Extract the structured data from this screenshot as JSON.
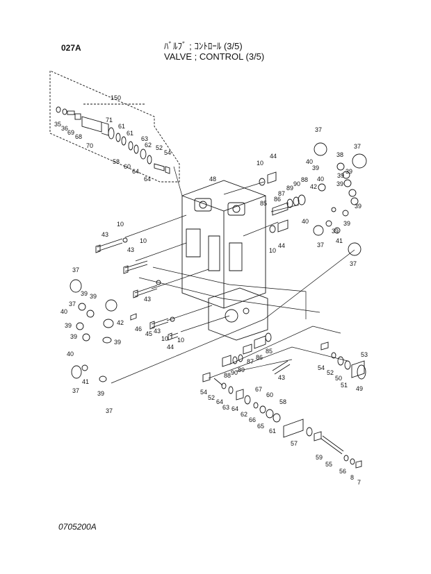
{
  "header": {
    "page_code": "027A",
    "title_ja": "ﾊﾞﾙﾌﾞ ; ｺﾝﾄﾛｰﾙ (3/5)",
    "title_en": "VALVE ; CONTROL (3/5)"
  },
  "footer": {
    "drawing_number": "0705200A"
  },
  "parts": [
    {
      "label": "150"
    },
    {
      "label": "35"
    },
    {
      "label": "36"
    },
    {
      "label": "69"
    },
    {
      "label": "68"
    },
    {
      "label": "70"
    },
    {
      "label": "71"
    },
    {
      "label": "58"
    },
    {
      "label": "61"
    },
    {
      "label": "61"
    },
    {
      "label": "60"
    },
    {
      "label": "64"
    },
    {
      "label": "63"
    },
    {
      "label": "62"
    },
    {
      "label": "64"
    },
    {
      "label": "52"
    },
    {
      "label": "54"
    },
    {
      "label": "48"
    },
    {
      "label": "10"
    },
    {
      "label": "44"
    },
    {
      "label": "37"
    },
    {
      "label": "40"
    },
    {
      "label": "39"
    },
    {
      "label": "38"
    },
    {
      "label": "37"
    },
    {
      "label": "39"
    },
    {
      "label": "39"
    },
    {
      "label": "40"
    },
    {
      "label": "42"
    },
    {
      "label": "39"
    },
    {
      "label": "87"
    },
    {
      "label": "89"
    },
    {
      "label": "90"
    },
    {
      "label": "88"
    },
    {
      "label": "86"
    },
    {
      "label": "85"
    },
    {
      "label": "39"
    },
    {
      "label": "39"
    },
    {
      "label": "40"
    },
    {
      "label": "39"
    },
    {
      "label": "37"
    },
    {
      "label": "41"
    },
    {
      "label": "10"
    },
    {
      "label": "44"
    },
    {
      "label": "37"
    },
    {
      "label": "43"
    },
    {
      "label": "10"
    },
    {
      "label": "43"
    },
    {
      "label": "10"
    },
    {
      "label": "37"
    },
    {
      "label": "39"
    },
    {
      "label": "39"
    },
    {
      "label": "40"
    },
    {
      "label": "37"
    },
    {
      "label": "43"
    },
    {
      "label": "45"
    },
    {
      "label": "46"
    },
    {
      "label": "42"
    },
    {
      "label": "39"
    },
    {
      "label": "39"
    },
    {
      "label": "39"
    },
    {
      "label": "43"
    },
    {
      "label": "10"
    },
    {
      "label": "44"
    },
    {
      "label": "10"
    },
    {
      "label": "85"
    },
    {
      "label": "86"
    },
    {
      "label": "87"
    },
    {
      "label": "88"
    },
    {
      "label": "90"
    },
    {
      "label": "89"
    },
    {
      "label": "43"
    },
    {
      "label": "53"
    },
    {
      "label": "54"
    },
    {
      "label": "52"
    },
    {
      "label": "50"
    },
    {
      "label": "51"
    },
    {
      "label": "49"
    },
    {
      "label": "40"
    },
    {
      "label": "41"
    },
    {
      "label": "37"
    },
    {
      "label": "39"
    },
    {
      "label": "37"
    },
    {
      "label": "54"
    },
    {
      "label": "52"
    },
    {
      "label": "64"
    },
    {
      "label": "63"
    },
    {
      "label": "64"
    },
    {
      "label": "62"
    },
    {
      "label": "67"
    },
    {
      "label": "66"
    },
    {
      "label": "60"
    },
    {
      "label": "65"
    },
    {
      "label": "61"
    },
    {
      "label": "58"
    },
    {
      "label": "57"
    },
    {
      "label": "59"
    },
    {
      "label": "55"
    },
    {
      "label": "56"
    },
    {
      "label": "8"
    },
    {
      "label": "7"
    }
  ]
}
